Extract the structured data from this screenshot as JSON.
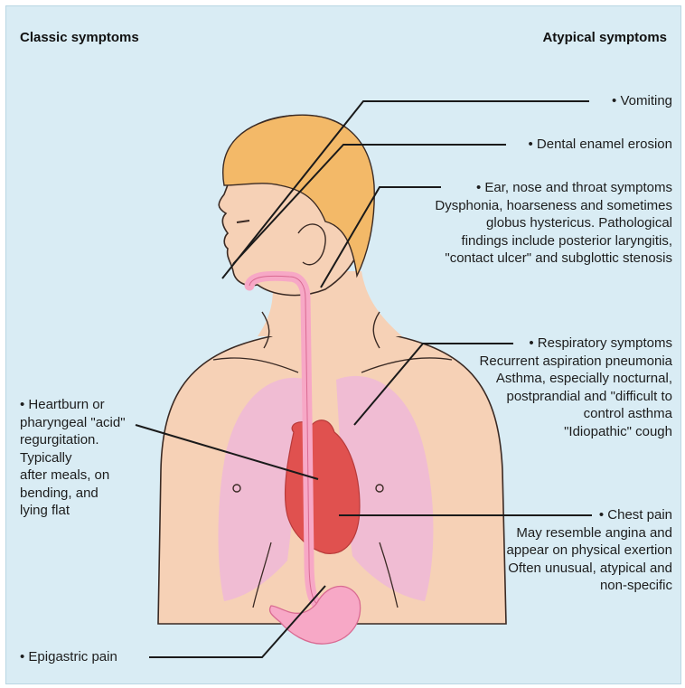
{
  "headings": {
    "classic": "Classic symptoms",
    "atypical": "Atypical symptoms"
  },
  "labels": {
    "vomiting": "• Vomiting",
    "dental": "• Dental enamel erosion",
    "ent": [
      "• Ear, nose and throat symptoms",
      "Dysphonia, hoarseness and sometimes",
      "globus hystericus. Pathological",
      "findings include posterior laryngitis,",
      "\"contact ulcer\" and subglottic stenosis"
    ],
    "respiratory": [
      "• Respiratory symptoms",
      "Recurrent aspiration pneumonia",
      "Asthma, especially nocturnal,",
      "postprandial and \"difficult to",
      "control asthma",
      "\"Idiopathic\" cough"
    ],
    "chest": [
      "• Chest pain",
      "May resemble angina and",
      "appear on physical exertion",
      "Often unusual, atypical and",
      "non-specific"
    ],
    "heartburn": [
      "• Heartburn or",
      "pharyngeal \"acid\"",
      "regurgitation.",
      "Typically",
      "after meals, on",
      "bending, and",
      "lying flat"
    ],
    "epigastric": "• Epigastric pain"
  },
  "colors": {
    "background": "#d9ecf4",
    "skin": "#f6d1b6",
    "hair": "#f3b968",
    "lung": "#f0bcd3",
    "heart": "#e0514f",
    "esophagus": "#f7a8c6",
    "leader": "#1a1a1a"
  }
}
